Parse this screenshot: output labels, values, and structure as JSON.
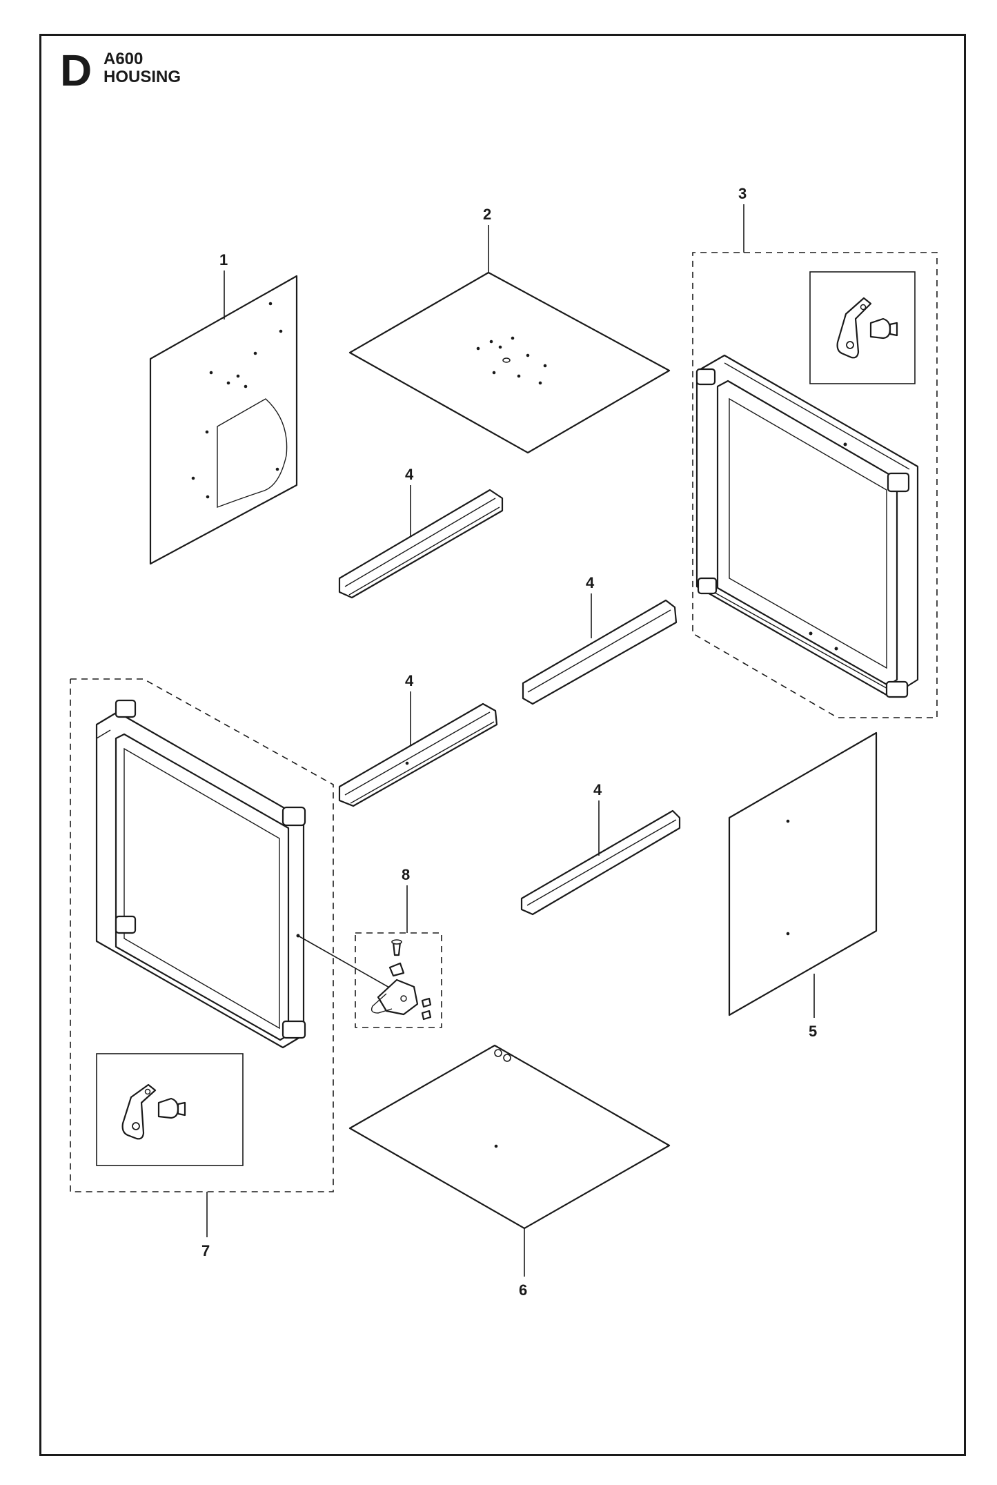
{
  "header": {
    "section_letter": "D",
    "model": "A600",
    "title": "HOUSING"
  },
  "callouts": [
    {
      "id": "1",
      "label": "1"
    },
    {
      "id": "2",
      "label": "2"
    },
    {
      "id": "3",
      "label": "3"
    },
    {
      "id": "4a",
      "label": "4"
    },
    {
      "id": "4b",
      "label": "4"
    },
    {
      "id": "4c",
      "label": "4"
    },
    {
      "id": "4d",
      "label": "4"
    },
    {
      "id": "5",
      "label": "5"
    },
    {
      "id": "6",
      "label": "6"
    },
    {
      "id": "7",
      "label": "7"
    },
    {
      "id": "8",
      "label": "8"
    }
  ],
  "colors": {
    "line": "#1a1a1a",
    "background": "#ffffff"
  }
}
